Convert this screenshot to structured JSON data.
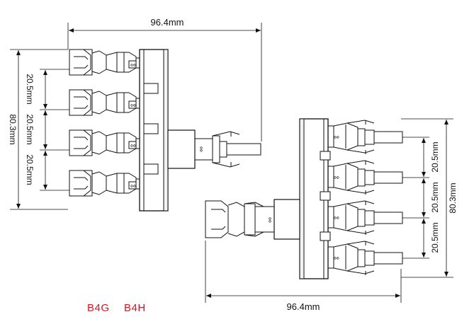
{
  "dimensions": {
    "left_total_width": "96.4mm",
    "left_total_height": "80.3mm",
    "left_pitch_1": "20.5mm",
    "left_pitch_2": "20.5mm",
    "left_pitch_3": "20.5mm",
    "right_total_width": "96.4mm",
    "right_total_height": "80.3mm",
    "right_pitch_1": "20.5mm",
    "right_pitch_2": "20.5mm",
    "right_pitch_3": "20.5mm"
  },
  "labels": {
    "model_left": "B4G",
    "model_right": "B4H"
  },
  "colors": {
    "model_text": "#e0131d",
    "line": "#111111"
  }
}
